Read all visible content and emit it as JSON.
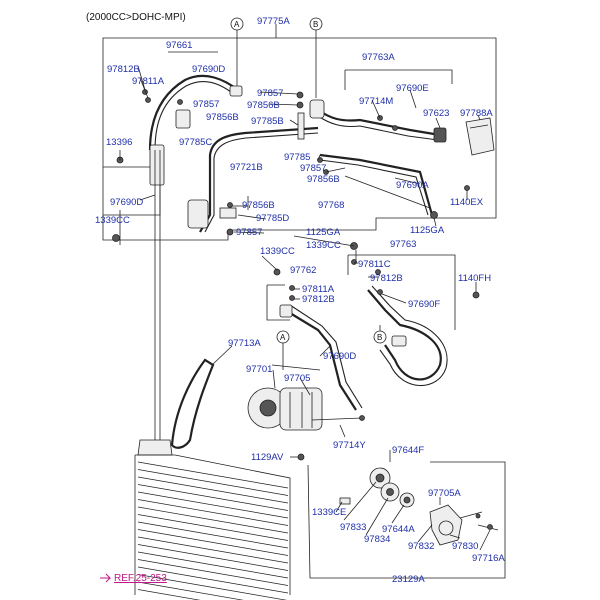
{
  "header": "(2000CC>DOHC-MPI)",
  "reference": "REF.25-253",
  "callouts": {
    "a": "A",
    "b": "B"
  },
  "labels": {
    "p97775A": "97775A",
    "p97661": "97661",
    "p97812B_top": "97812B",
    "p97690D_top": "97690D",
    "p97811A_top": "97811A",
    "p97857_a": "97857",
    "p97856B_a": "97856B",
    "p97785C": "97785C",
    "p13396": "13396",
    "p97690D_left": "97690D",
    "p1339CC_left": "1339CC",
    "p97763A": "97763A",
    "p97690E": "97690E",
    "p97714M": "97714M",
    "p97623": "97623",
    "p97788A": "97788A",
    "p97857_b": "97857",
    "p97856B_b": "97856B",
    "p97785B": "97785B",
    "p97721B": "97721B",
    "p97785": "97785",
    "p97857_c": "97857",
    "p97856B_c": "97856B",
    "p97690A": "97690A",
    "p1140EX": "1140EX",
    "p97856B_d": "97856B",
    "p97785D": "97785D",
    "p97857_d": "97857",
    "p97768": "97768",
    "p1125GA_a": "1125GA",
    "p1125GA_b": "1125GA",
    "p1339CC_mid": "1339CC",
    "p1339CC_low": "1339CC",
    "p97763": "97763",
    "p97811C": "97811C",
    "p97812B_mid": "97812B",
    "p1140FH": "1140FH",
    "p97762": "97762",
    "p97811A_mid": "97811A",
    "p97812B_low": "97812B",
    "p97690F": "97690F",
    "p97713A": "97713A",
    "p97690D_low": "97690D",
    "p97701": "97701",
    "p97705": "97705",
    "p97714Y": "97714Y",
    "p1129AV": "1129AV",
    "p97644F": "97644F",
    "p1339CE": "1339CE",
    "p97705A": "97705A",
    "p97833": "97833",
    "p97644A": "97644A",
    "p97834": "97834",
    "p97832": "97832",
    "p97830": "97830",
    "p97716A": "97716A",
    "p23129A": "23129A"
  }
}
